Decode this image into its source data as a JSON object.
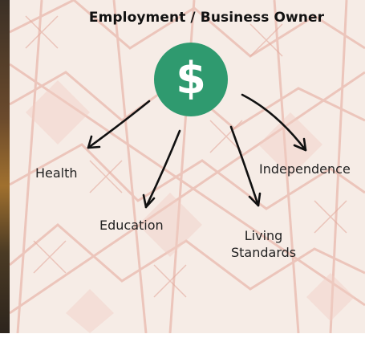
{
  "title": "Employment / Business Owner",
  "center_icon": {
    "name": "dollar-icon",
    "symbol": "$",
    "color": "#2f9a6f"
  },
  "outcomes": {
    "health": "Health",
    "education": "Education",
    "independence": "Independence",
    "living_line1": "Living",
    "living_line2": "Standards"
  },
  "colors": {
    "background": "#f6ece6",
    "pattern": "#e9b9ad",
    "arrow": "#111111"
  }
}
